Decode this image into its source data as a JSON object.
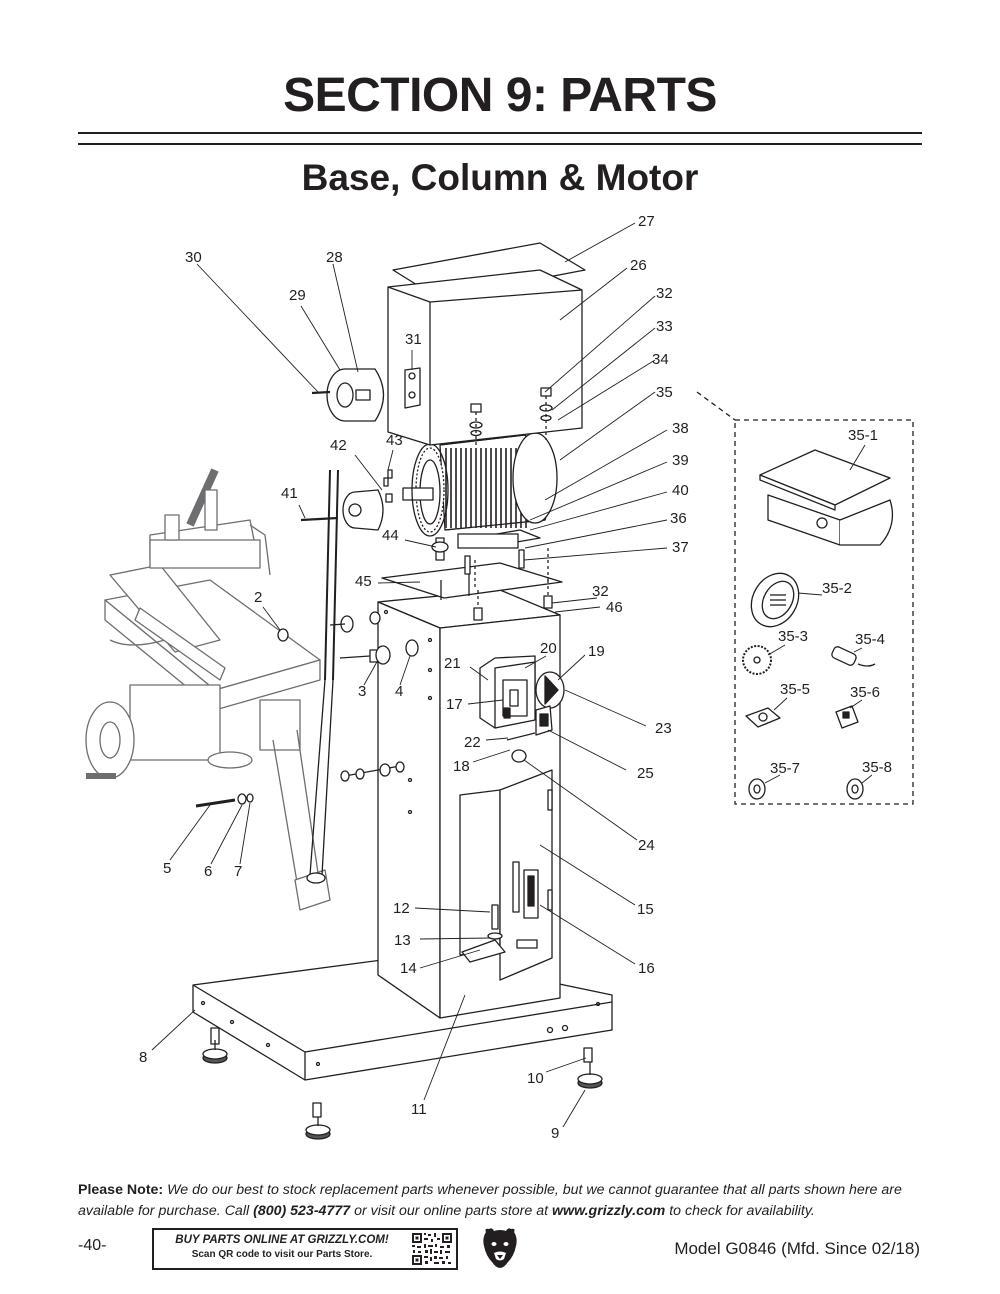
{
  "header": {
    "section_title": "SECTION 9: PARTS",
    "diagram_title": "Base, Column & Motor"
  },
  "callouts": [
    {
      "id": "c27",
      "label": "27"
    },
    {
      "id": "c30",
      "label": "30"
    },
    {
      "id": "c28",
      "label": "28"
    },
    {
      "id": "c26",
      "label": "26"
    },
    {
      "id": "c29",
      "label": "29"
    },
    {
      "id": "c32a",
      "label": "32"
    },
    {
      "id": "c33",
      "label": "33"
    },
    {
      "id": "c31",
      "label": "31"
    },
    {
      "id": "c34",
      "label": "34"
    },
    {
      "id": "c35",
      "label": "35"
    },
    {
      "id": "c35-1",
      "label": "35-1"
    },
    {
      "id": "c38",
      "label": "38"
    },
    {
      "id": "c42",
      "label": "42"
    },
    {
      "id": "c43",
      "label": "43"
    },
    {
      "id": "c39",
      "label": "39"
    },
    {
      "id": "c41",
      "label": "41"
    },
    {
      "id": "c40",
      "label": "40"
    },
    {
      "id": "c36",
      "label": "36"
    },
    {
      "id": "c44",
      "label": "44"
    },
    {
      "id": "c37",
      "label": "37"
    },
    {
      "id": "c45",
      "label": "45"
    },
    {
      "id": "c35-2",
      "label": "35-2"
    },
    {
      "id": "c2",
      "label": "2"
    },
    {
      "id": "c32b",
      "label": "32"
    },
    {
      "id": "c46",
      "label": "46"
    },
    {
      "id": "c35-3",
      "label": "35-3"
    },
    {
      "id": "c35-4",
      "label": "35-4"
    },
    {
      "id": "c20",
      "label": "20"
    },
    {
      "id": "c19",
      "label": "19"
    },
    {
      "id": "c21",
      "label": "21"
    },
    {
      "id": "c3",
      "label": "3"
    },
    {
      "id": "c4",
      "label": "4"
    },
    {
      "id": "c35-5",
      "label": "35-5"
    },
    {
      "id": "c35-6",
      "label": "35-6"
    },
    {
      "id": "c17",
      "label": "17"
    },
    {
      "id": "c23",
      "label": "23"
    },
    {
      "id": "c22",
      "label": "22"
    },
    {
      "id": "c18",
      "label": "18"
    },
    {
      "id": "c35-7",
      "label": "35-7"
    },
    {
      "id": "c35-8",
      "label": "35-8"
    },
    {
      "id": "c25",
      "label": "25"
    },
    {
      "id": "c24",
      "label": "24"
    },
    {
      "id": "c5",
      "label": "5"
    },
    {
      "id": "c6",
      "label": "6"
    },
    {
      "id": "c7",
      "label": "7"
    },
    {
      "id": "c15",
      "label": "15"
    },
    {
      "id": "c12",
      "label": "12"
    },
    {
      "id": "c13",
      "label": "13"
    },
    {
      "id": "c14",
      "label": "14"
    },
    {
      "id": "c16",
      "label": "16"
    },
    {
      "id": "c8",
      "label": "8"
    },
    {
      "id": "c10",
      "label": "10"
    },
    {
      "id": "c11",
      "label": "11"
    },
    {
      "id": "c9",
      "label": "9"
    }
  ],
  "footer": {
    "note_label": "Please Note:",
    "note_text_1": "We do our best to stock replacement parts whenever possible, but we cannot guarantee that all parts shown here are available for purchase. Call",
    "phone": "(800) 523-4777",
    "note_text_2": "or visit our online parts store at",
    "website": "www.grizzly.com",
    "note_text_3": "to check for availability.",
    "page_number": "-40-",
    "buy_line1": "BUY PARTS ONLINE AT GRIZZLY.COM!",
    "buy_line2": "Scan QR code to visit our Parts Store.",
    "model": "Model G0846 (Mfd. Since 02/18)"
  }
}
